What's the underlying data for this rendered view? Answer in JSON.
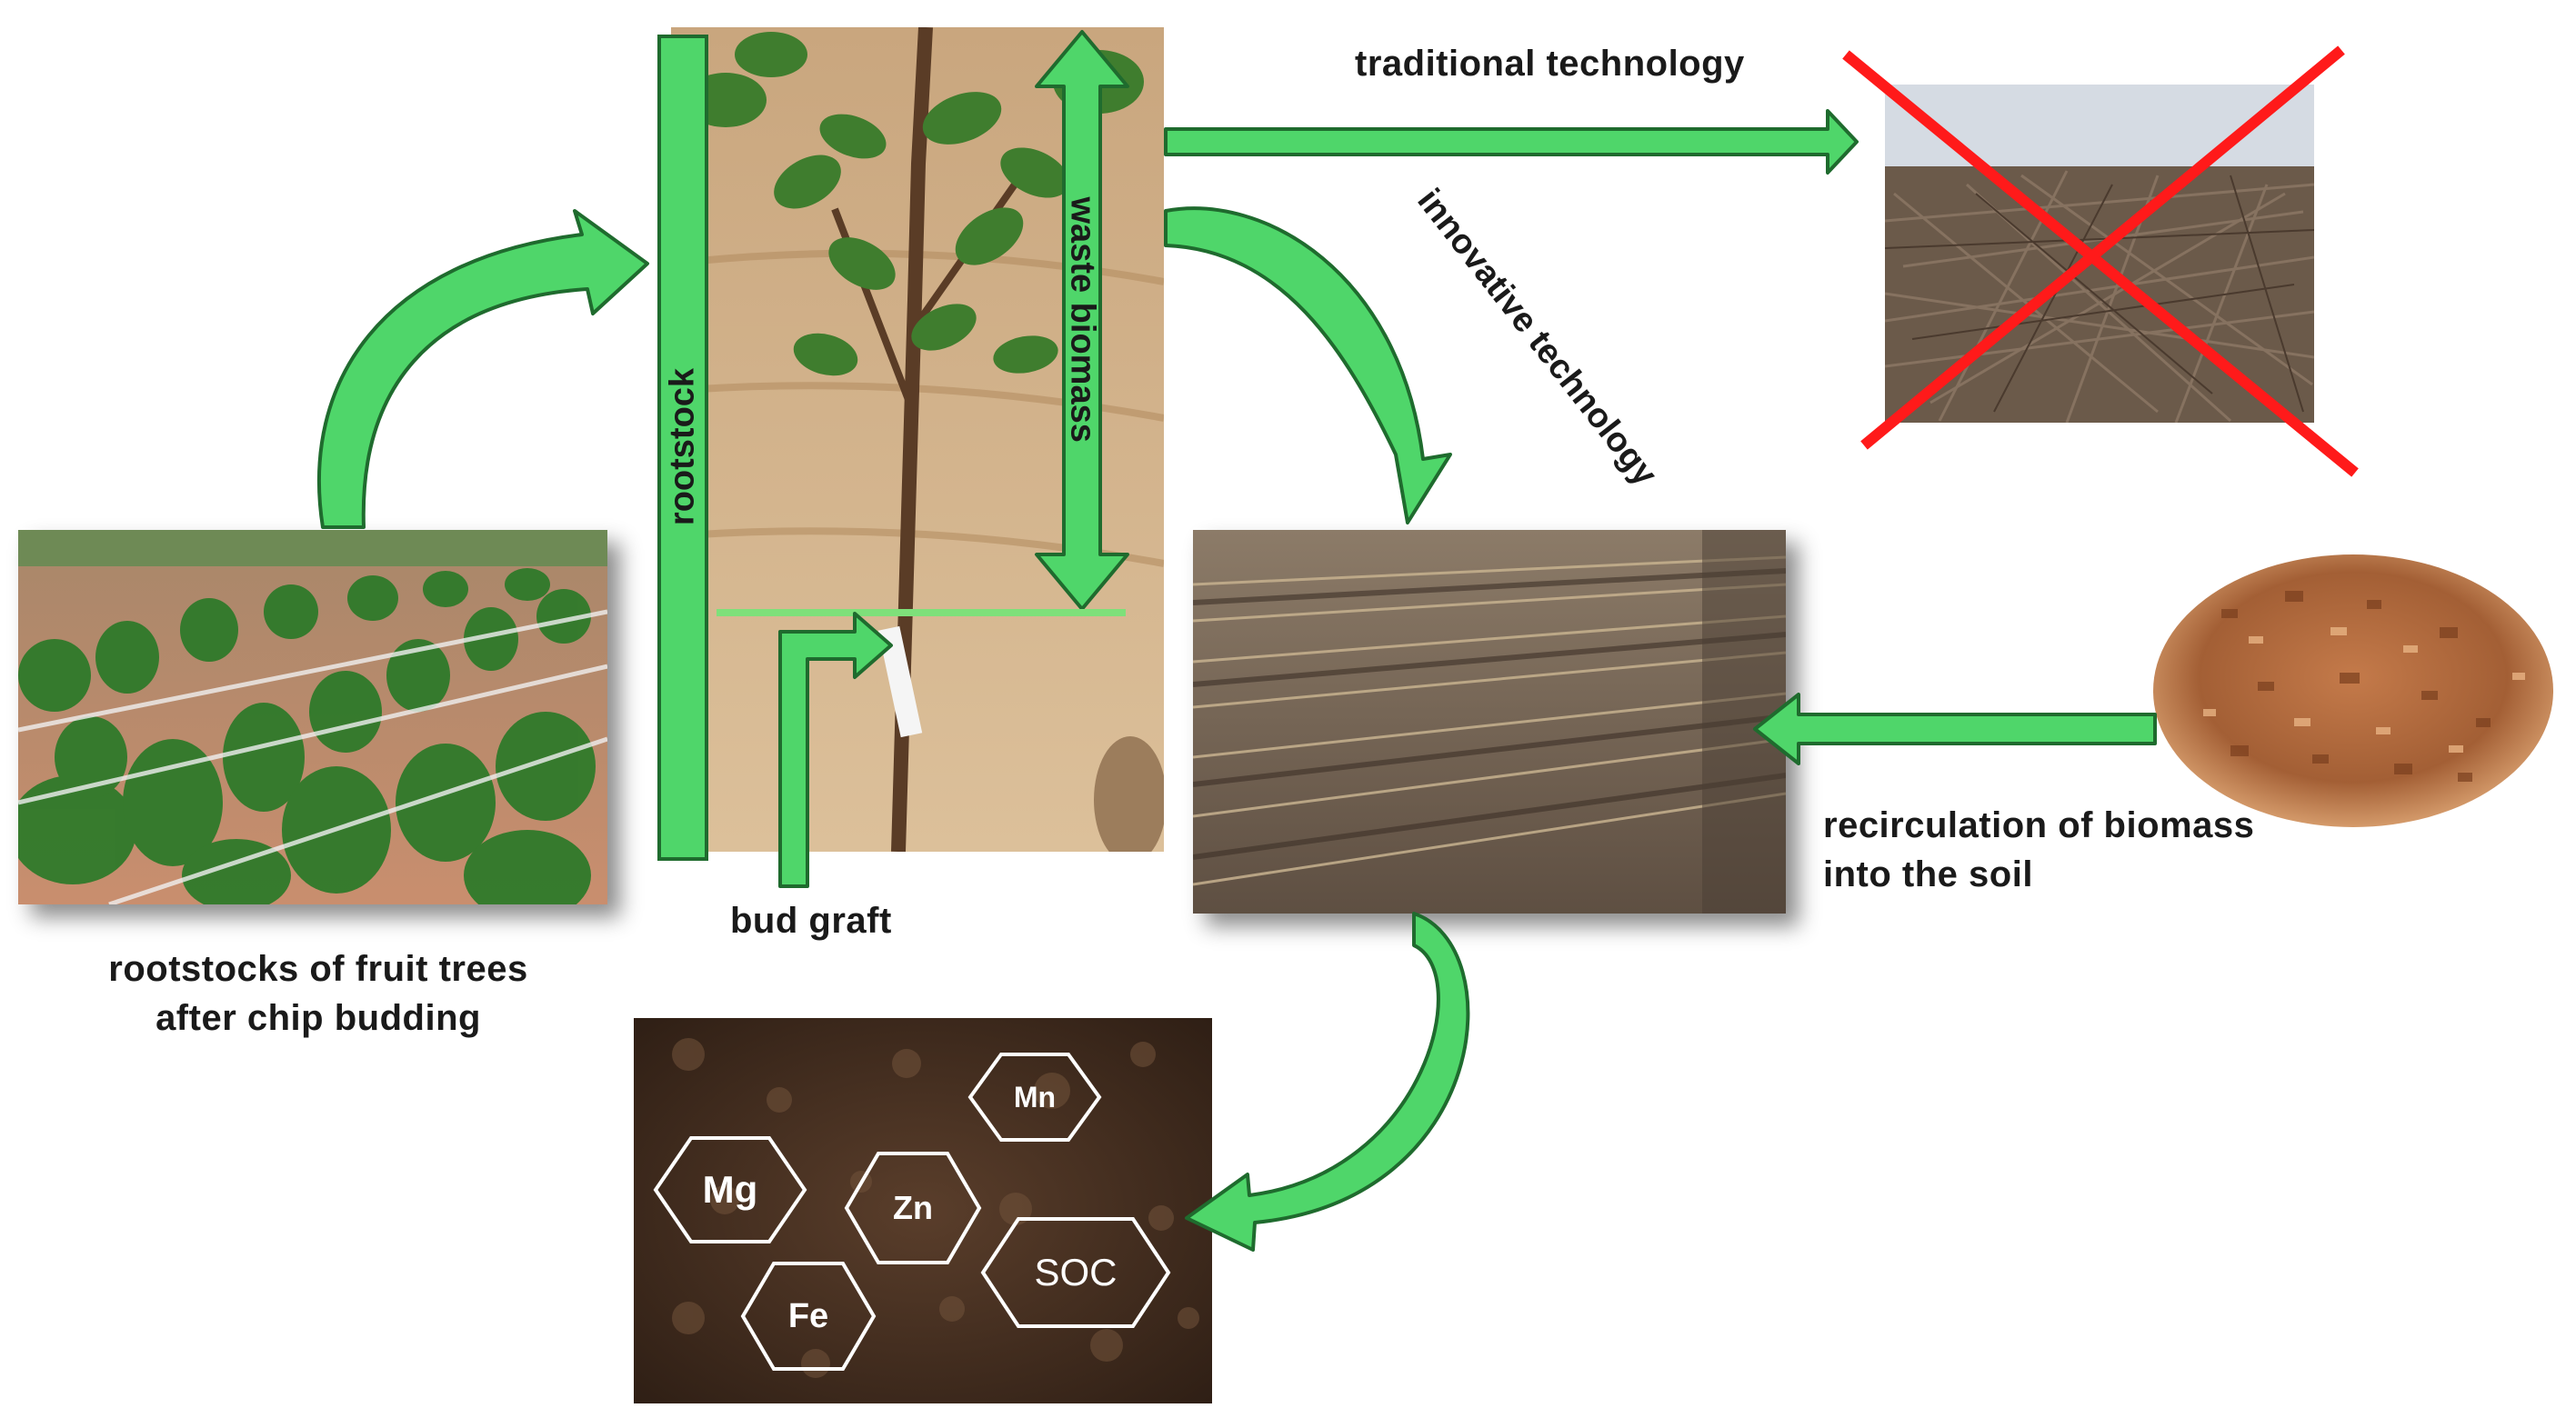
{
  "labels": {
    "traditional": "traditional technology",
    "innovative": "innovative technology",
    "rootstock": "rootstock",
    "waste_biomass": "waste biomass",
    "bud_graft": "bud graft",
    "rootstocks_line1": "rootstocks of fruit trees",
    "rootstocks_line2": "after chip budding",
    "recirc_line1": "recirculation of biomass",
    "recirc_line2": "into the soil"
  },
  "nutrients": {
    "mn": "Mn",
    "mg": "Mg",
    "zn": "Zn",
    "soc": "SOC",
    "fe": "Fe"
  },
  "colors": {
    "arrow_fill": "#4fd66a",
    "arrow_stroke": "#1f6b2e",
    "cross": "#ff1a1a",
    "graft_line": "#7ee07a"
  }
}
